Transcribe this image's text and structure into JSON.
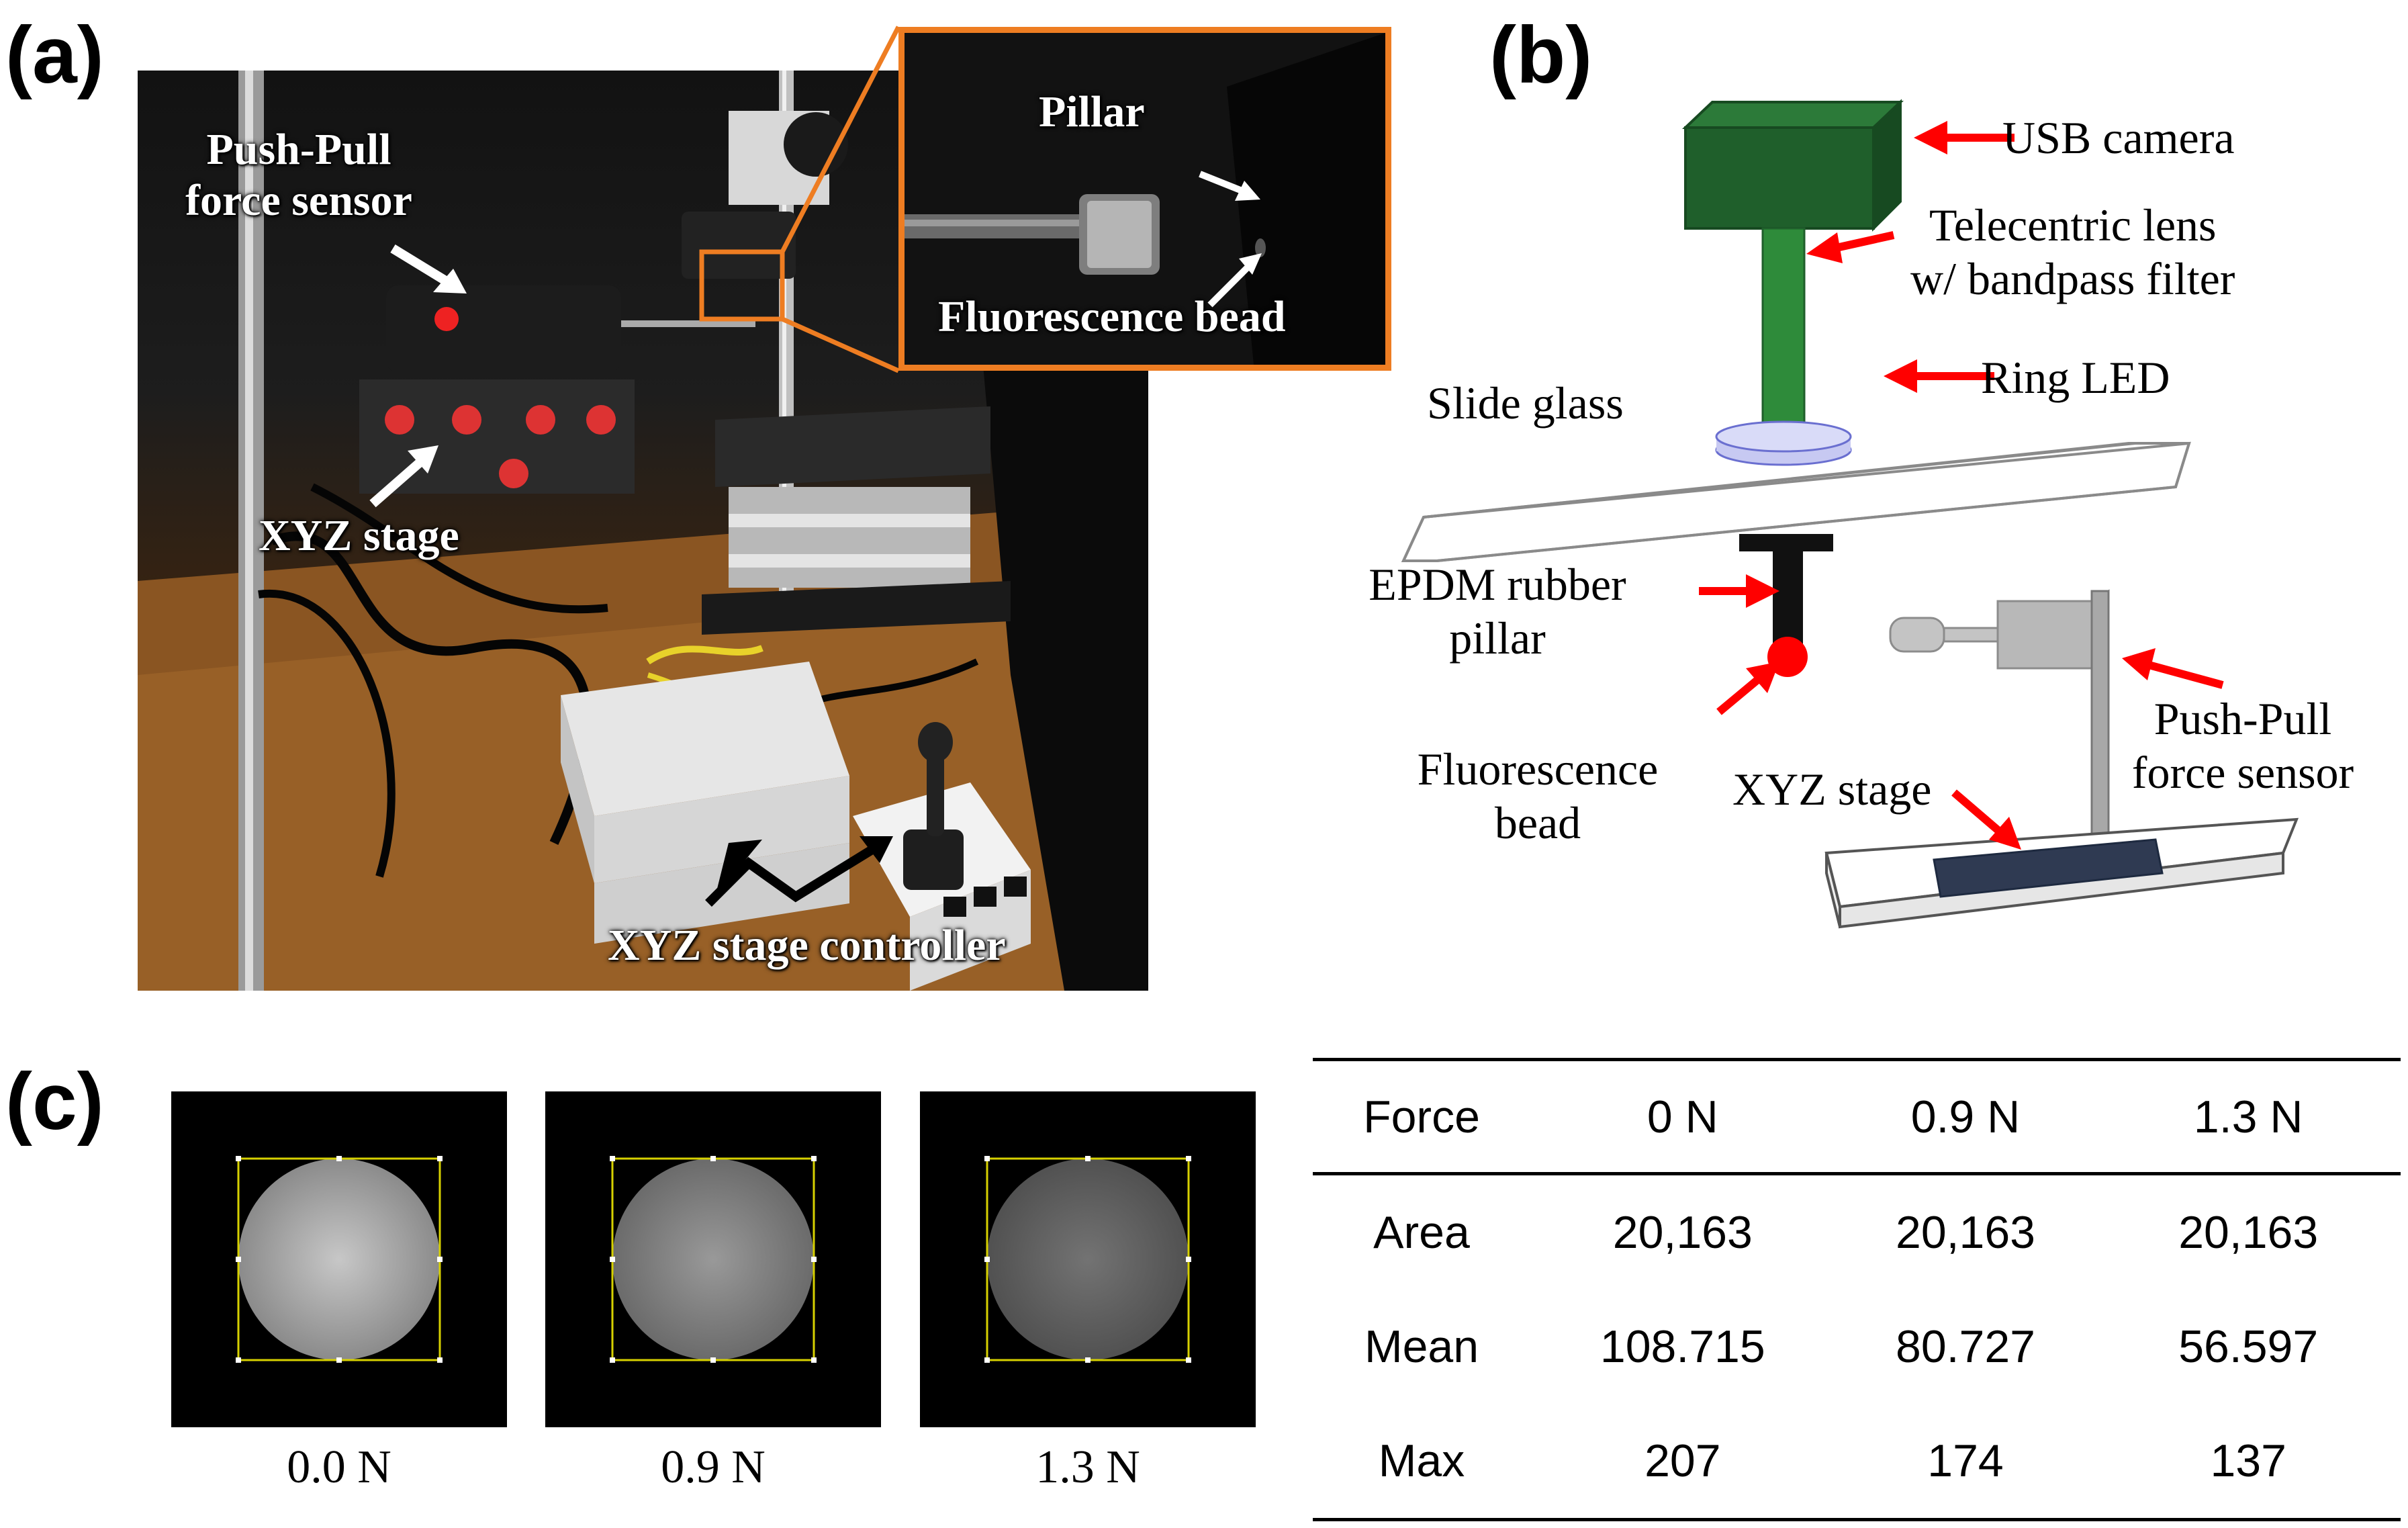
{
  "panels": {
    "a": "(a)",
    "b": "(b)",
    "c": "(c)"
  },
  "photo_labels": {
    "push_pull_line1": "Push-Pull",
    "push_pull_line2": "force sensor",
    "xyz_stage": "XYZ stage",
    "xyz_controller": "XYZ stage controller",
    "pillar": "Pillar",
    "fluorescence_bead": "Fluorescence bead"
  },
  "diagram_labels": {
    "usb_camera": "USB camera",
    "telecentric_line1": "Telecentric lens",
    "telecentric_line2": "w/ bandpass filter",
    "ring_led": "Ring LED",
    "slide_glass": "Slide glass",
    "epdm_line1": "EPDM rubber",
    "epdm_line2": "pillar",
    "bead_line1": "Fluorescence",
    "bead_line2": "bead",
    "xyz_stage": "XYZ stage",
    "push_pull_line1": "Push-Pull",
    "push_pull_line2": "force sensor"
  },
  "fluorescence_images": [
    {
      "caption": "0.0 N",
      "brightness": 0.78
    },
    {
      "caption": "0.9 N",
      "brightness": 0.6
    },
    {
      "caption": "1.3 N",
      "brightness": 0.45
    }
  ],
  "table": {
    "headers": [
      "Force",
      "0 N",
      "0.9 N",
      "1.3 N"
    ],
    "rows": [
      [
        "Area",
        "20,163",
        "20,163",
        "20,163"
      ],
      [
        "Mean",
        "108.715",
        "80.727",
        "56.597"
      ],
      [
        "Max",
        "207",
        "174",
        "137"
      ]
    ]
  },
  "colors": {
    "inset_border": "#ee7d22",
    "arrow_red": "#ff0000",
    "camera_green": "#1f5f2b",
    "lens_green": "#2e8b3a",
    "led_blue": "#c7c9f2",
    "bead_red": "#ff0000",
    "stage_dark": "#2f3a52"
  }
}
